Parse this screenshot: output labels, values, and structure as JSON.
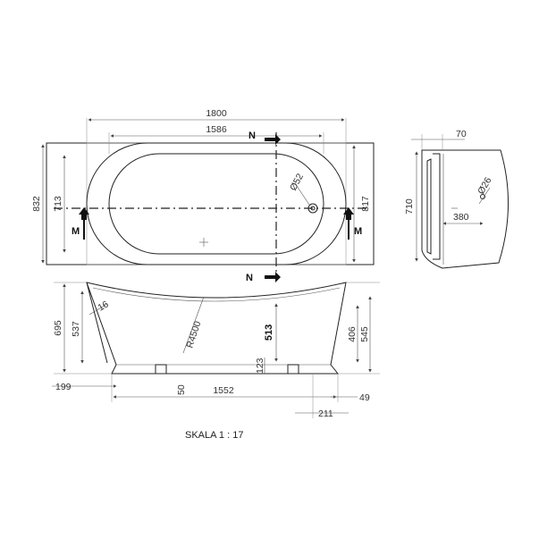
{
  "drawing": {
    "title": "Bathtub technical drawing",
    "scale_label": "SKALA 1 : 17",
    "colors": {
      "line": "#222222",
      "dim_text": "#333333",
      "background": "#ffffff"
    }
  },
  "top_view": {
    "dimensions": {
      "overall_length": "1800",
      "inner_length": "1586",
      "overall_width": "832",
      "inner_width": "713",
      "width_right": "817",
      "drain_diameter": "Ø52"
    },
    "section_markers": {
      "n_top": "N",
      "n_bottom": "N",
      "m_left": "M",
      "m_right": "M"
    }
  },
  "side_view": {
    "dimensions": {
      "overall_height": "695",
      "inner_height": "537",
      "angle": "16",
      "radius": "R4500",
      "depth": "513",
      "height_right_inner": "406",
      "height_right": "545",
      "foot_height": "123",
      "base_left": "199",
      "foot_offset": "50",
      "base_length": "1552",
      "base_right": "49",
      "drain_offset": "211"
    }
  },
  "end_view": {
    "dimensions": {
      "top_offset": "70",
      "overflow_diameter": "Ø26",
      "width": "710",
      "overflow_offset": "380"
    }
  }
}
